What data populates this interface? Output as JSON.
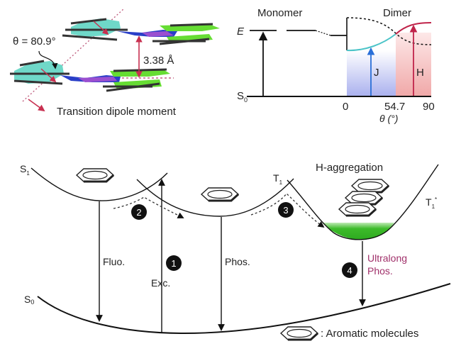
{
  "molecule_panel": {
    "angle_label": "θ = 80.9°",
    "distance_label": "3.38 Å",
    "legend_label": "Transition dipole moment",
    "colors": {
      "donor": "#6fd8c8",
      "bridge_blue": "#2a3fc8",
      "bridge_purple": "#9a4fd0",
      "acceptor": "#66dd33",
      "dipole": "#c83050",
      "dotted_axis": "#c06080"
    }
  },
  "exciton_panel": {
    "monomer_label": "Monomer",
    "dimer_label": "Dimer",
    "e_label": "E",
    "s0_label": "S",
    "s0_sub": "0",
    "j_label": "J",
    "h_label": "H",
    "xaxis_ticks": [
      "0",
      "54.7",
      "90"
    ],
    "xaxis_label": "θ (°)",
    "colors": {
      "j_region": "#a9b0ee",
      "h_region": "#f4b4b4",
      "j_curve": "#4cc4c8",
      "h_curve": "#c0244a",
      "j_arrow": "#2a6fd8",
      "h_arrow": "#c0244a"
    }
  },
  "energy_diagram": {
    "s1_label": "S",
    "s1_sub": "1",
    "t1_label": "T",
    "t1_sub": "1",
    "t1star_label": "T",
    "t1star_sub": "1",
    "t1star_sup": "*",
    "s0_label": "S",
    "s0_sub": "0",
    "h_aggregation_label": "H-aggregation",
    "fluo_label": "Fluo.",
    "exc_label": "Exc.",
    "phos_label": "Phos.",
    "ultralong_label_1": "Ultralong",
    "ultralong_label_2": "Phos.",
    "steps": [
      "1",
      "2",
      "3",
      "4"
    ],
    "legend_label": ": Aromatic molecules",
    "colors": {
      "green_fill": "#3dbb2a",
      "ultralong_text": "#a0306a"
    }
  }
}
